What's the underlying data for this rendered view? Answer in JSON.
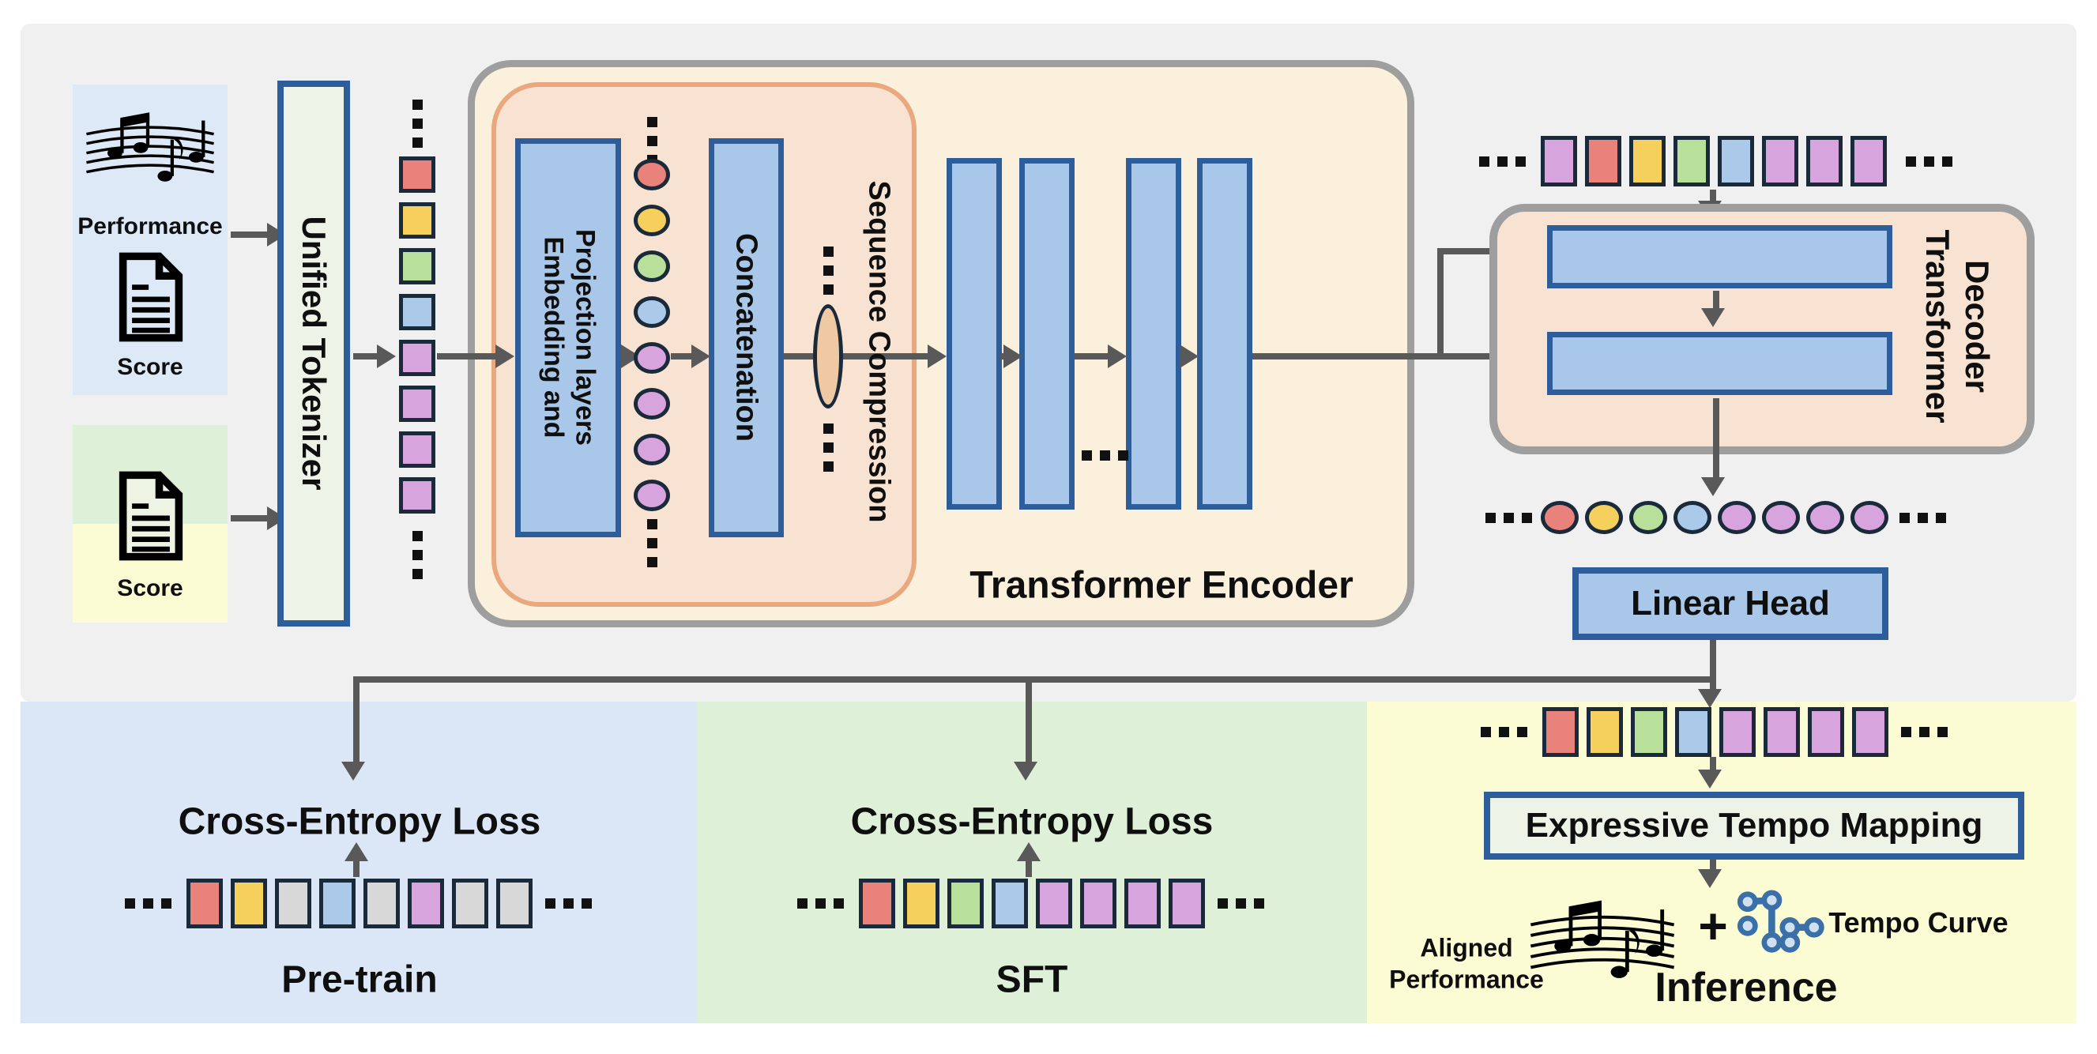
{
  "diagram": {
    "inputs": {
      "performance_score_box": {
        "performance_label": "Performance",
        "score_label": "Score"
      },
      "score_box": {
        "score_label": "Score"
      }
    },
    "tokenizer": {
      "label": "Unified Tokenizer"
    },
    "encoder": {
      "label": "Transformer Encoder",
      "embedding_label_line1": "Embedding and",
      "embedding_label_line2": "Projection layers",
      "concatenation_label": "Concatenation",
      "sequence_compression_label": "Sequence Compression"
    },
    "decoder": {
      "label_line1": "Transformer",
      "label_line2": "Decoder"
    },
    "linear_head": {
      "label": "Linear Head"
    },
    "pretrain_panel": {
      "loss_label": "Cross-Entropy Loss",
      "stage_label": "Pre-train"
    },
    "sft_panel": {
      "loss_label": "Cross-Entropy Loss",
      "stage_label": "SFT"
    },
    "inference_panel": {
      "mapping_label": "Expressive Tempo Mapping",
      "aligned_line1": "Aligned",
      "aligned_line2": "Performance",
      "plus": "+",
      "tempo_curve_label": "Tempo Curve",
      "stage_label": "Inference"
    }
  },
  "colors": {
    "red": "#e8827b",
    "yellow": "#f6d05c",
    "green": "#b8e09b",
    "blue": "#abcaea",
    "purple": "#d7a4dd",
    "gray": "#d8d8d8",
    "accent_blue_border": "#2e5d9b",
    "box_blue_fill": "#a9c7e9",
    "encoder_fill": "#faf0dc",
    "inner_fill": "#f8e3d2",
    "panel_blue": "#dbe7f6",
    "panel_green": "#dff0d8",
    "panel_yellow": "#fcfcd4",
    "arrow_gray": "#595959"
  },
  "token_rows": {
    "tokenizer_output_column": [
      "red",
      "yellow",
      "green",
      "blue",
      "purple",
      "purple",
      "purple",
      "purple"
    ],
    "embedding_circles_column": [
      "red",
      "yellow",
      "green",
      "blue",
      "purple",
      "purple",
      "purple",
      "purple"
    ],
    "decoder_input_row": [
      "purple",
      "red",
      "yellow",
      "green",
      "blue",
      "purple",
      "purple",
      "purple"
    ],
    "decoder_output_circles_row": [
      "red",
      "yellow",
      "green",
      "blue",
      "purple",
      "purple",
      "purple",
      "purple"
    ],
    "pretrain_row": [
      "red",
      "yellow",
      "gray",
      "blue",
      "gray",
      "purple",
      "gray",
      "gray"
    ],
    "sft_row": [
      "red",
      "yellow",
      "green",
      "blue",
      "purple",
      "purple",
      "purple",
      "purple"
    ],
    "inference_row": [
      "red",
      "yellow",
      "green",
      "blue",
      "purple",
      "purple",
      "purple",
      "purple"
    ]
  },
  "icons": [
    "music-staff-icon",
    "document-icon",
    "ellipsis-icon",
    "compression-ellipse-icon",
    "plus-icon",
    "tempo-curve-icon"
  ]
}
